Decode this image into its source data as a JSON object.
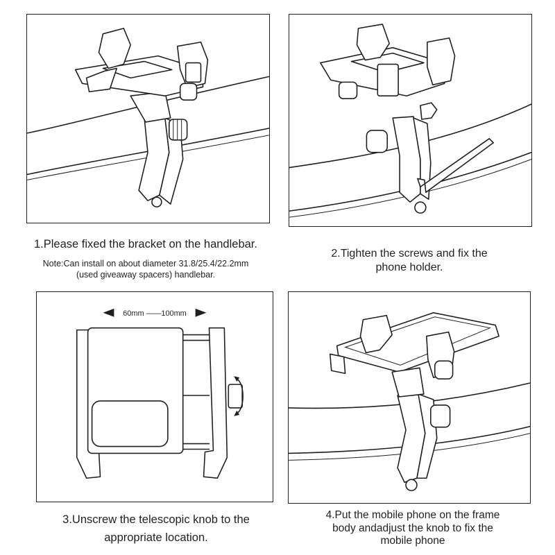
{
  "steps": [
    {
      "caption": "1.Please fixed the bracket on the handlebar.",
      "note_line1": "Note:Can install on about diameter 31.8/25.4/22.2mm",
      "note_line2": "(used giveaway spacers) handlebar."
    },
    {
      "caption_line1": "2.Tighten the screws and fix the",
      "caption_line2": "phone holder."
    },
    {
      "caption_line1": "3.Unscrew the telescopic knob to the",
      "caption_line2": "appropriate location.",
      "dimension_label": "60mm ——100mm"
    },
    {
      "caption_line1": "4.Put the mobile phone on the frame",
      "caption_line2": "body andadjust the knob to fix the",
      "caption_line3": "mobile phone"
    }
  ],
  "icons": {
    "arrow_left": "arrow-left-icon",
    "arrow_right": "arrow-right-icon",
    "rotate": "rotate-arrow-icon",
    "hex_key": "hex-key-icon"
  }
}
